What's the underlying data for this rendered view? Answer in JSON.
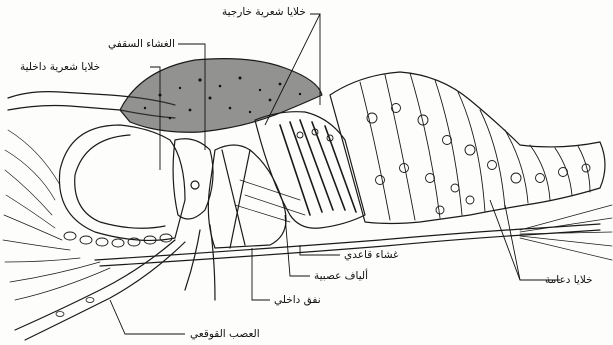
{
  "diagram": {
    "labels": {
      "outer_hair_cells": "خلايا شعرية خارجية",
      "tectorial_membrane": "الغشاء السقفي",
      "inner_hair_cells": "خلايا شعرية داخلية",
      "basilar_membrane": "غشاء قاعدي",
      "nerve_fibers": "ألياف عصبية",
      "inner_tunnel": "نفق داخلي",
      "supporting_cells": "خلايا دعامة",
      "auditory_nerve": "العصب القوقعي"
    },
    "ink_color": "#1a1a1a",
    "paper_color": "#fdfdfb"
  }
}
